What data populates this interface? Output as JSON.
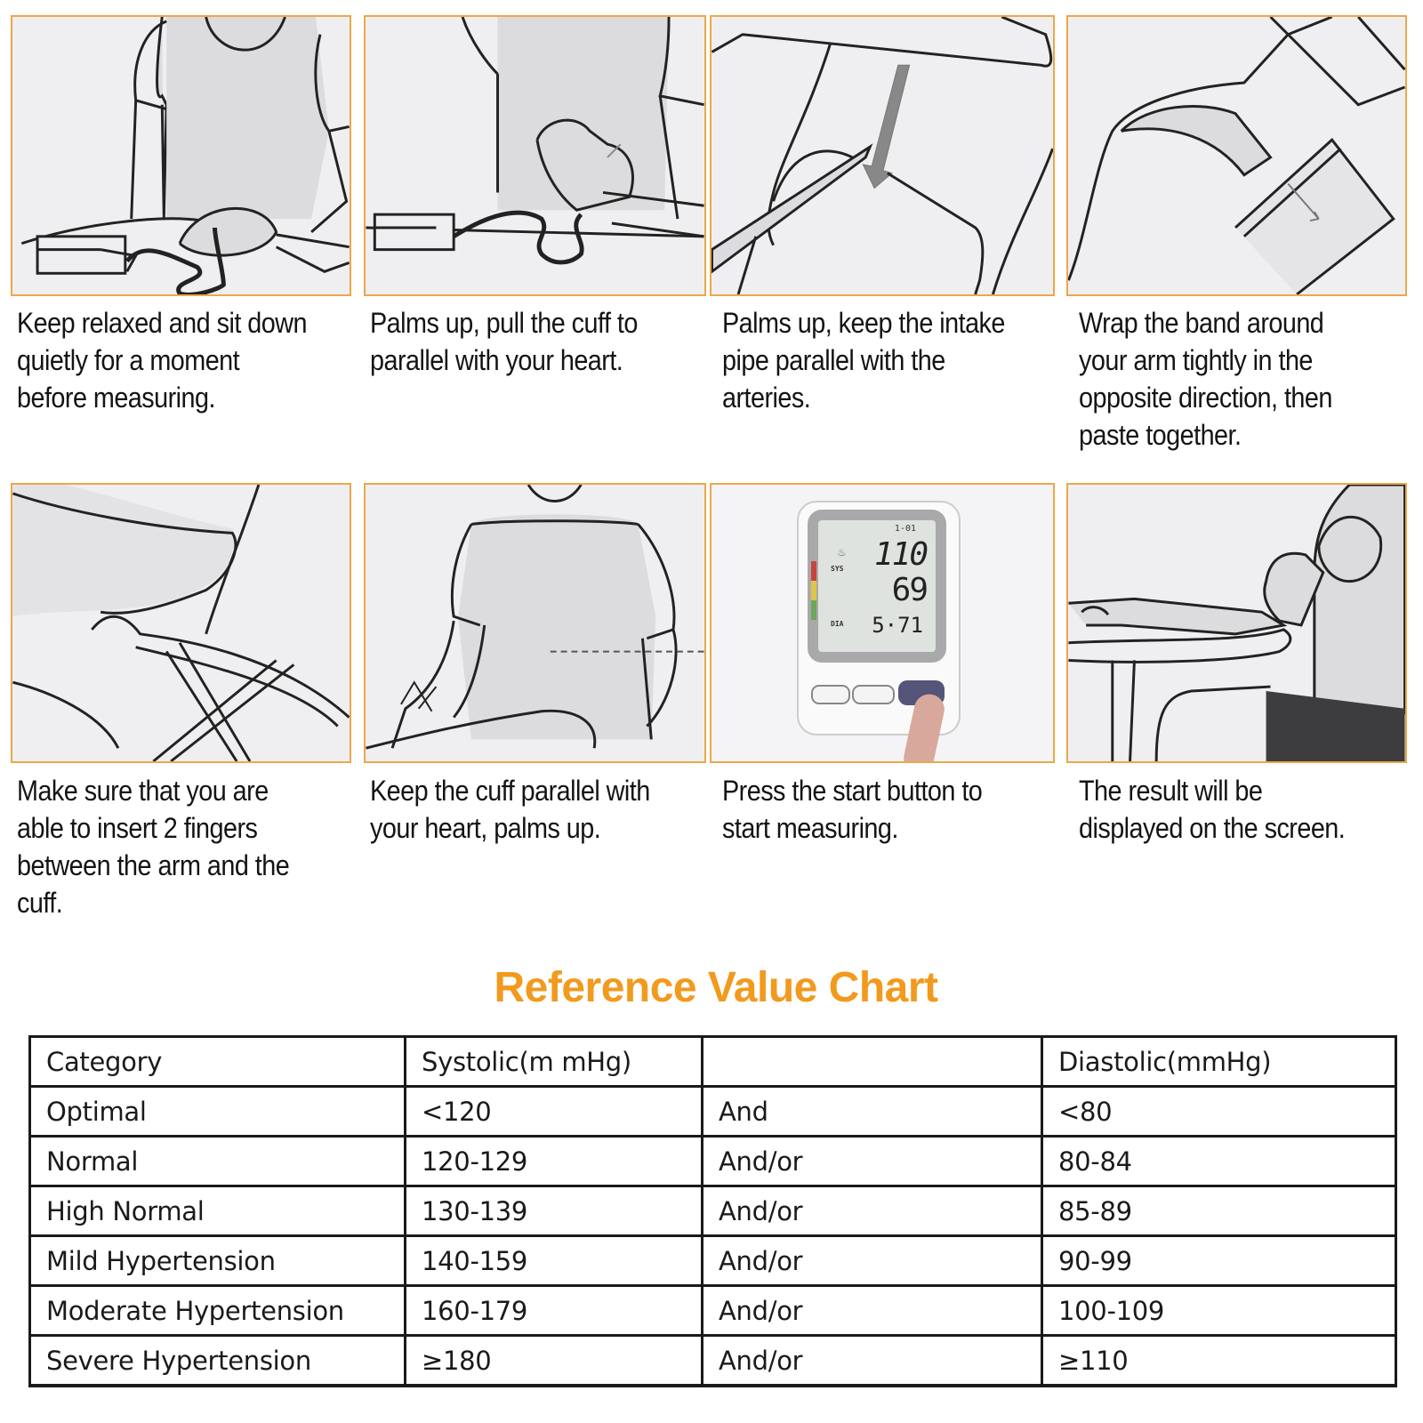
{
  "steps": [
    {
      "caption": "Keep relaxed and sit down\nquietly for a moment\nbefore measuring.",
      "illustration": "person-sitting-at-table-illustration"
    },
    {
      "caption": "Palms up, pull the cuff to\nparallel with your heart.",
      "illustration": "pulling-cuff-illustration"
    },
    {
      "caption": "Palms up, keep the intake\npipe parallel with the\narteries.",
      "illustration": "intake-pipe-arrow-illustration"
    },
    {
      "caption": "Wrap the band around\nyour arm tightly in the\nopposite direction, then\npaste together.",
      "illustration": "wrap-band-illustration"
    },
    {
      "caption": "Make sure that you are\nable to insert 2 fingers\nbetween the arm and the\ncuff.",
      "illustration": "two-fingers-under-cuff-illustration"
    },
    {
      "caption": "Keep the cuff parallel with\nyour heart, palms up.",
      "illustration": "cuff-parallel-heart-illustration"
    },
    {
      "caption": "Press the start button to\nstart measuring.",
      "illustration": "monitor-start-button-photo"
    },
    {
      "caption": "The result will be\ndisplayed on the screen.",
      "illustration": "seated-measurement-illustration"
    }
  ],
  "monitor_display": {
    "systolic": "110",
    "diastolic": "69",
    "pulse": "5·71",
    "date": "1-01",
    "sys_label": "SYS",
    "dia_label": "DIA"
  },
  "reference_chart": {
    "title": "Reference Value Chart",
    "headers": [
      "Category",
      "Systolic(m mHg)",
      "",
      "Diastolic(mmHg)"
    ],
    "rows": [
      [
        "Optimal",
        "<120",
        "And",
        "<80"
      ],
      [
        "Normal",
        "120-129",
        "And/or",
        "80-84"
      ],
      [
        "High Normal",
        "130-139",
        "And/or",
        "85-89"
      ],
      [
        "Mild Hypertension",
        "140-159",
        "And/or",
        "90-99"
      ],
      [
        "Moderate Hypertension",
        "160-179",
        "And/or",
        "100-109"
      ],
      [
        "Severe Hypertension",
        "≥180",
        "And/or",
        "≥110"
      ]
    ]
  },
  "colors": {
    "panel_border": "#e9a94a",
    "title": "#f29a1d",
    "text": "#141414",
    "panel_bg": "#efeff1"
  }
}
